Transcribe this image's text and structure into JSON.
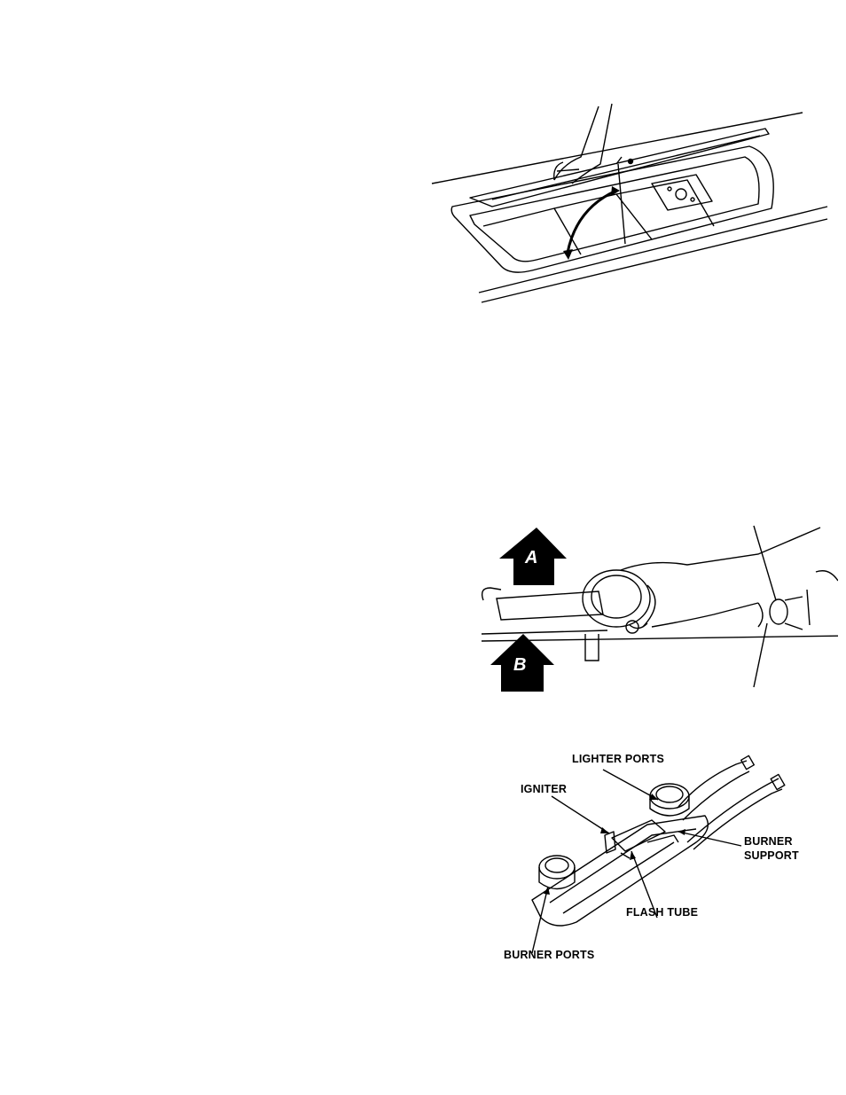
{
  "figure_cooktop": {},
  "figure_burner_removal": {
    "arrow_a": "A",
    "arrow_b": "B"
  },
  "figure_burner_assembly": {
    "labels": {
      "lighter_ports": "LIGHTER PORTS",
      "igniter": "IGNITER",
      "burner_support_line1": "BURNER",
      "burner_support_line2": "SUPPORT",
      "flash_tube": "FLASH TUBE",
      "burner_ports": "BURNER PORTS"
    }
  }
}
